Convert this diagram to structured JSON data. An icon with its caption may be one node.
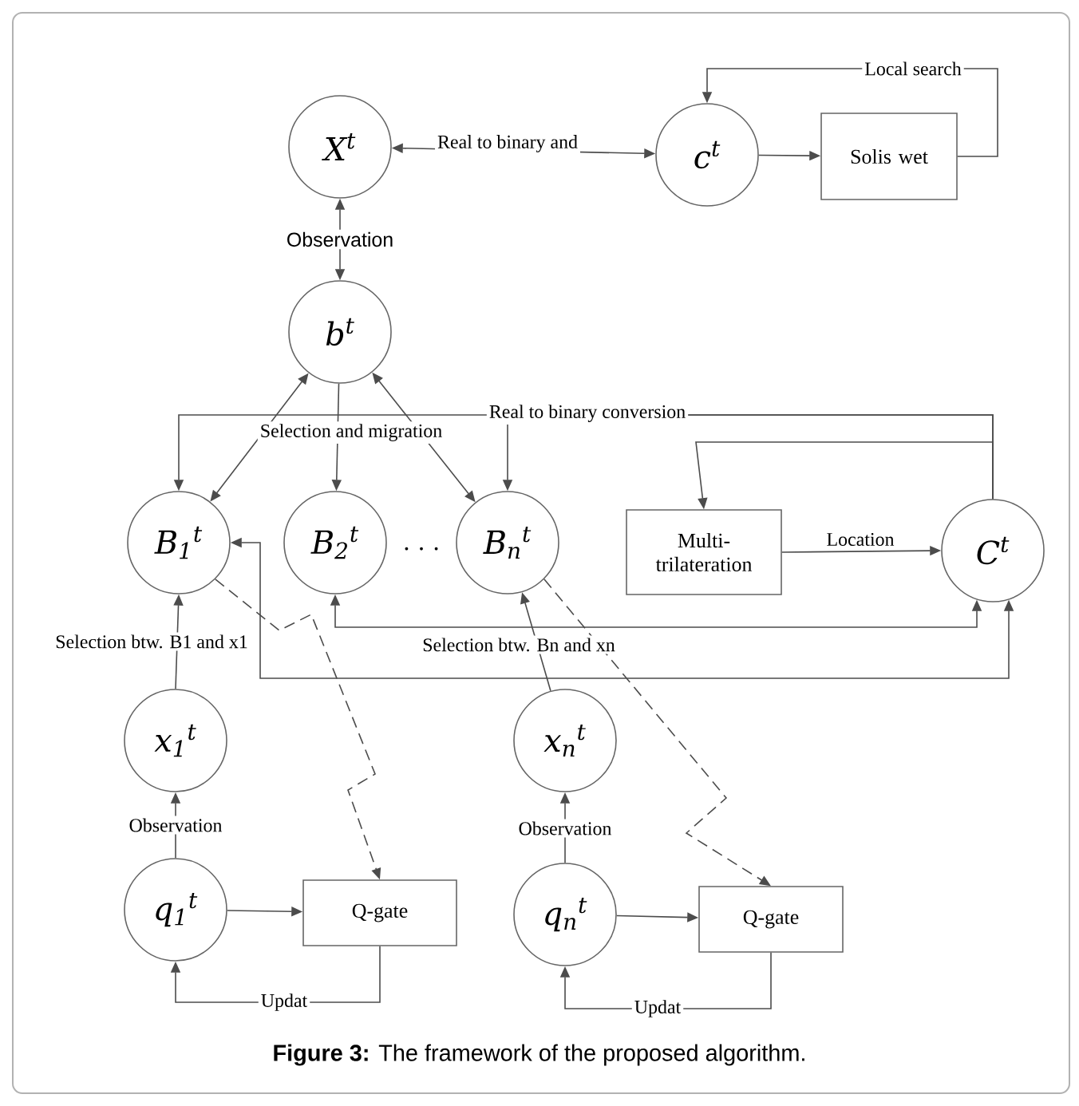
{
  "diagram": {
    "caption": "**Figure 3:** The framework of the proposed algorithm.",
    "nodes": [
      {
        "text": [
          "X$^{t}$"
        ]
      },
      {
        "text": [
          "c$^{t}$"
        ]
      },
      {
        "text": [
          "Solis wet"
        ]
      },
      {
        "text": [
          "b$^{t}$"
        ]
      },
      {
        "text": [
          "B$_{1}$$^{t}$"
        ]
      },
      {
        "text": [
          "B$_{2}$$^{t}$"
        ]
      },
      {
        "text": [
          "B$_{n}$$^{t}$"
        ]
      },
      {
        "text": [
          "Multi-trilateration"
        ]
      },
      {
        "text": [
          "C$^{t}$"
        ]
      },
      {
        "text": [
          "x$_{1}$$^{t}$"
        ]
      },
      {
        "text": [
          "x$_{n}$$^{t}$"
        ]
      },
      {
        "text": [
          "q$_{1}$$^{t}$"
        ]
      },
      {
        "text": [
          "Q-gate"
        ]
      },
      {
        "text": [
          "q$_{n}$$^{t}$"
        ]
      },
      {
        "text": [
          "Q-gate"
        ]
      }
    ],
    "edges": [
      {
        "from": 0,
        "to": 1,
        "arrow": "both",
        "label": "Real to binary and"
      },
      {
        "from": 0,
        "to": 3,
        "arrow": "both",
        "label": "Observation"
      },
      {
        "from": 1,
        "to": 2,
        "arrow": "to"
      },
      {
        "from": 2,
        "to": 1,
        "arrow": "to",
        "label": "Local search"
      },
      {
        "from": 3,
        "to": 4,
        "arrow": "both"
      },
      {
        "from": 3,
        "to": 5,
        "arrow": "to",
        "label": "Selection and migration"
      },
      {
        "from": 3,
        "to": 6,
        "arrow": "both"
      },
      {
        "from": 8,
        "to": 4,
        "arrow": "to"
      },
      {
        "from": 8,
        "to": 6,
        "arrow": "to",
        "label": "Real to binary conversion"
      },
      {
        "from": 8,
        "to": 7,
        "arrow": "to"
      },
      {
        "from": 7,
        "to": 8,
        "arrow": "to",
        "label": "Location"
      },
      {
        "from": 9,
        "to": 4,
        "arrow": "to",
        "label": "Selection btw. B1 and x1"
      },
      {
        "from": 4,
        "to": 8,
        "arrow": "both"
      },
      {
        "from": 5,
        "to": 8,
        "arrow": "both"
      },
      {
        "from": 10,
        "to": 6,
        "arrow": "to",
        "label": "Selection btw. Bn and xn"
      },
      {
        "from": 11,
        "to": 9,
        "arrow": "to",
        "label": "Observation"
      },
      {
        "from": 13,
        "to": 10,
        "arrow": "to",
        "label": "Observation"
      },
      {
        "from": 11,
        "to": 12,
        "arrow": "to"
      },
      {
        "from": 12,
        "to": 11,
        "arrow": "to",
        "label": "Updat"
      },
      {
        "from": 13,
        "to": 14,
        "arrow": "to"
      },
      {
        "from": 14,
        "to": 13,
        "arrow": "to",
        "label": "Updat"
      },
      {
        "from": 4,
        "to": 12,
        "arrow": "to",
        "style": "dashed"
      },
      {
        "from": 6,
        "to": 14,
        "arrow": "to",
        "style": "dashed"
      }
    ],
    "labels": [
      "· · ·"
    ]
  }
}
